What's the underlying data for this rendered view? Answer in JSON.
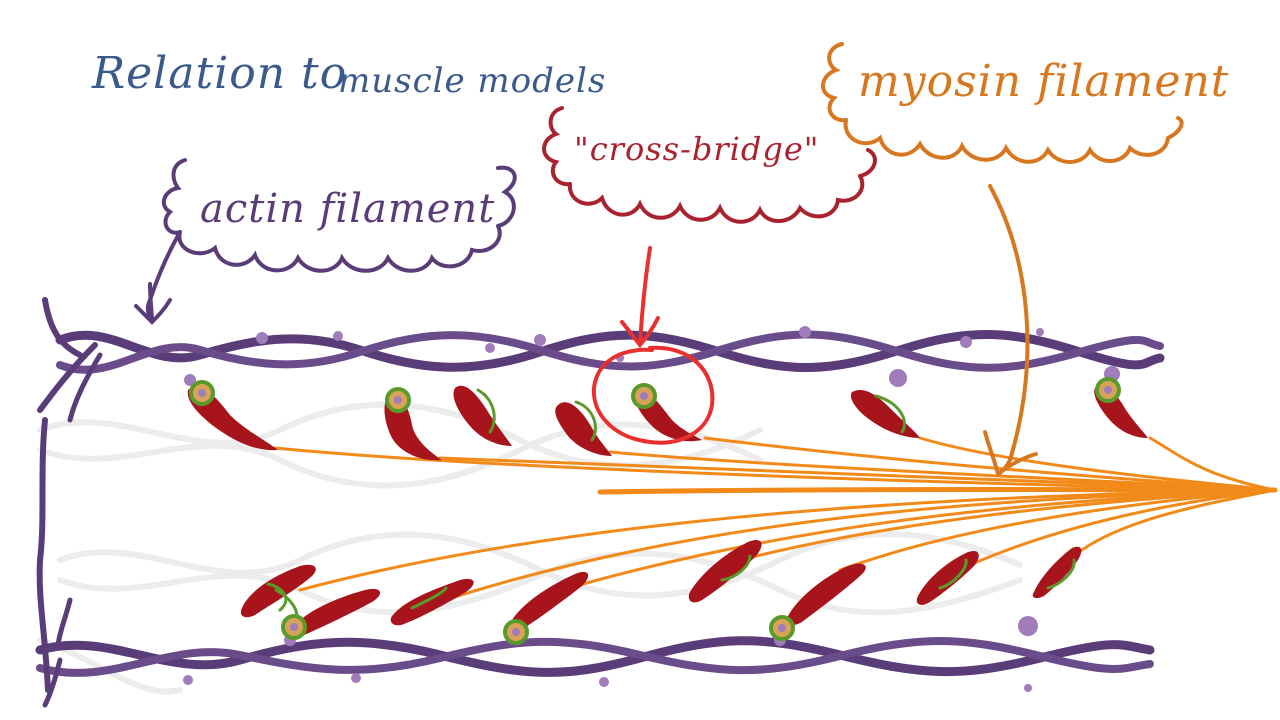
{
  "title": {
    "main": "Relation to",
    "sub": "muscle models"
  },
  "labels": {
    "actin": "actin filament",
    "crossbridge": "\"cross-bridge\"",
    "myosin": "myosin filament"
  },
  "colors": {
    "title": "#3a5a8c",
    "actin": "#5a3d78",
    "actin_light": "#a07cba",
    "crossbridge": "#a8232f",
    "highlight": "#e8302f",
    "myosin": "#f28a1a",
    "myosin_head": "#a8141c",
    "binding_ring": "#5a9a2a",
    "binding_core": "#d8a25a",
    "ghost": "#ececec"
  },
  "icons": {
    "callout_actin": "cloud-callout",
    "callout_crossbridge": "cloud-callout",
    "callout_myosin": "cloud-callout",
    "pointer": "arrow-icon",
    "highlight": "circle-highlight"
  }
}
